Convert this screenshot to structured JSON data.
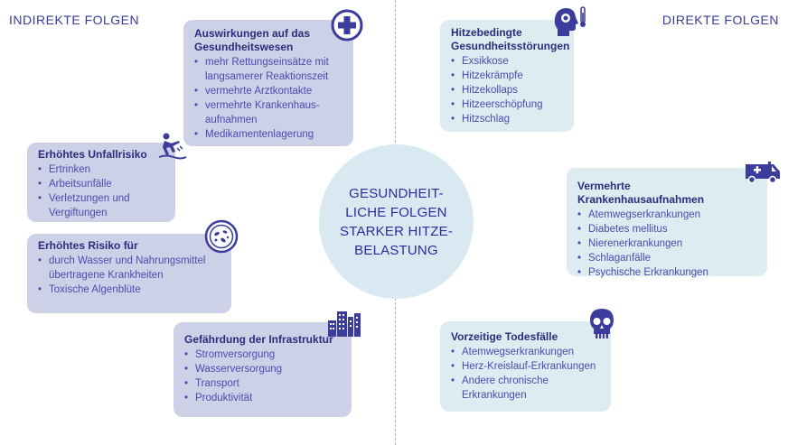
{
  "labels": {
    "left": "INDIREKTE FOLGEN",
    "right": "DIREKTE FOLGEN"
  },
  "center": {
    "lines": [
      "GESUNDHEIT-",
      "LICHE FOLGEN",
      "STARKER HITZE-",
      "BELASTUNG"
    ]
  },
  "boxes": {
    "healthcare": {
      "title": [
        "Auswirkungen auf das",
        "Gesundheitswesen"
      ],
      "items": [
        "mehr Rettungseinsätze mit langsamerer Reaktionszeit",
        "vermehrte Arztkontakte",
        "vermehrte Krankenhaus-aufnahmen",
        "Medikamentenlagerung"
      ],
      "icon": "medical-cross-icon"
    },
    "accident": {
      "title": [
        "Erhöhtes Unfallrisiko"
      ],
      "items": [
        "Ertrinken",
        "Arbeitsunfälle",
        "Verletzungen und Vergiftungen"
      ],
      "icon": "slipping-person-icon"
    },
    "risk": {
      "title": [
        "Erhöhtes Risiko für"
      ],
      "items": [
        "durch Wasser und Nahrungsmittel übertragene Krankheiten",
        "Toxische Algenblüte"
      ],
      "icon": "bacteria-petri-dish-icon"
    },
    "infrastructure": {
      "title": [
        "Gefährdung der Infrastruktur"
      ],
      "items": [
        "Stromversorgung",
        "Wasserversorgung",
        "Transport",
        "Produktivität"
      ],
      "icon": "city-buildings-icon"
    },
    "heat_disorders": {
      "title": [
        "Hitzebedingte",
        "Gesundheitsstörungen"
      ],
      "items": [
        "Exsikkose",
        "Hitzekrämpfe",
        "Hitzekollaps",
        "Hitzeerschöpfung",
        "Hitzschlag"
      ],
      "icon": "head-thermometer-icon"
    },
    "hospital": {
      "title": [
        "Vermehrte Krankenhausaufnahmen"
      ],
      "items": [
        "Atemwegserkrankungen",
        "Diabetes mellitus",
        "Nierenerkrankungen",
        "Schlaganfälle",
        "Psychische Erkrankungen"
      ],
      "icon": "ambulance-icon"
    },
    "deaths": {
      "title": [
        "Vorzeitige Todesfälle"
      ],
      "items": [
        "Atemwegserkrankungen",
        "Herz-Kreislauf-Erkrankungen",
        "Andere chronische Erkrankungen"
      ],
      "icon": "skull-icon"
    }
  },
  "colors": {
    "indirect_box": "#cdd1e8",
    "direct_box": "#dcecf0",
    "center_circle": "#d9e9f2",
    "text_dark": "#2c2c7c",
    "text_bullet": "#4a4ab0",
    "icon": "#3c3c9c"
  }
}
